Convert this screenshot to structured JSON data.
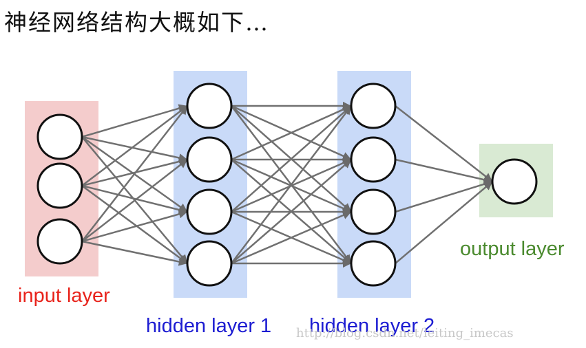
{
  "heading": "神经网络结构大概如下…",
  "watermark": "http://blog.csdn.net/leiting_imecas",
  "layers": [
    {
      "id": "input",
      "label": "input layer",
      "nodes": 3,
      "bg_color": "#f4cccc",
      "label_color": "#e8231b"
    },
    {
      "id": "hidden1",
      "label": "hidden layer 1",
      "nodes": 4,
      "bg_color": "#c9daf8",
      "label_color": "#1c1cd2"
    },
    {
      "id": "hidden2",
      "label": "hidden layer 2",
      "nodes": 4,
      "bg_color": "#c9daf8",
      "label_color": "#1c1cd2"
    },
    {
      "id": "output",
      "label": "output layer",
      "nodes": 1,
      "bg_color": "#d9ead3",
      "label_color": "#4a8a2e"
    }
  ],
  "edge_color": "#707070",
  "connectivity": "fully-connected"
}
